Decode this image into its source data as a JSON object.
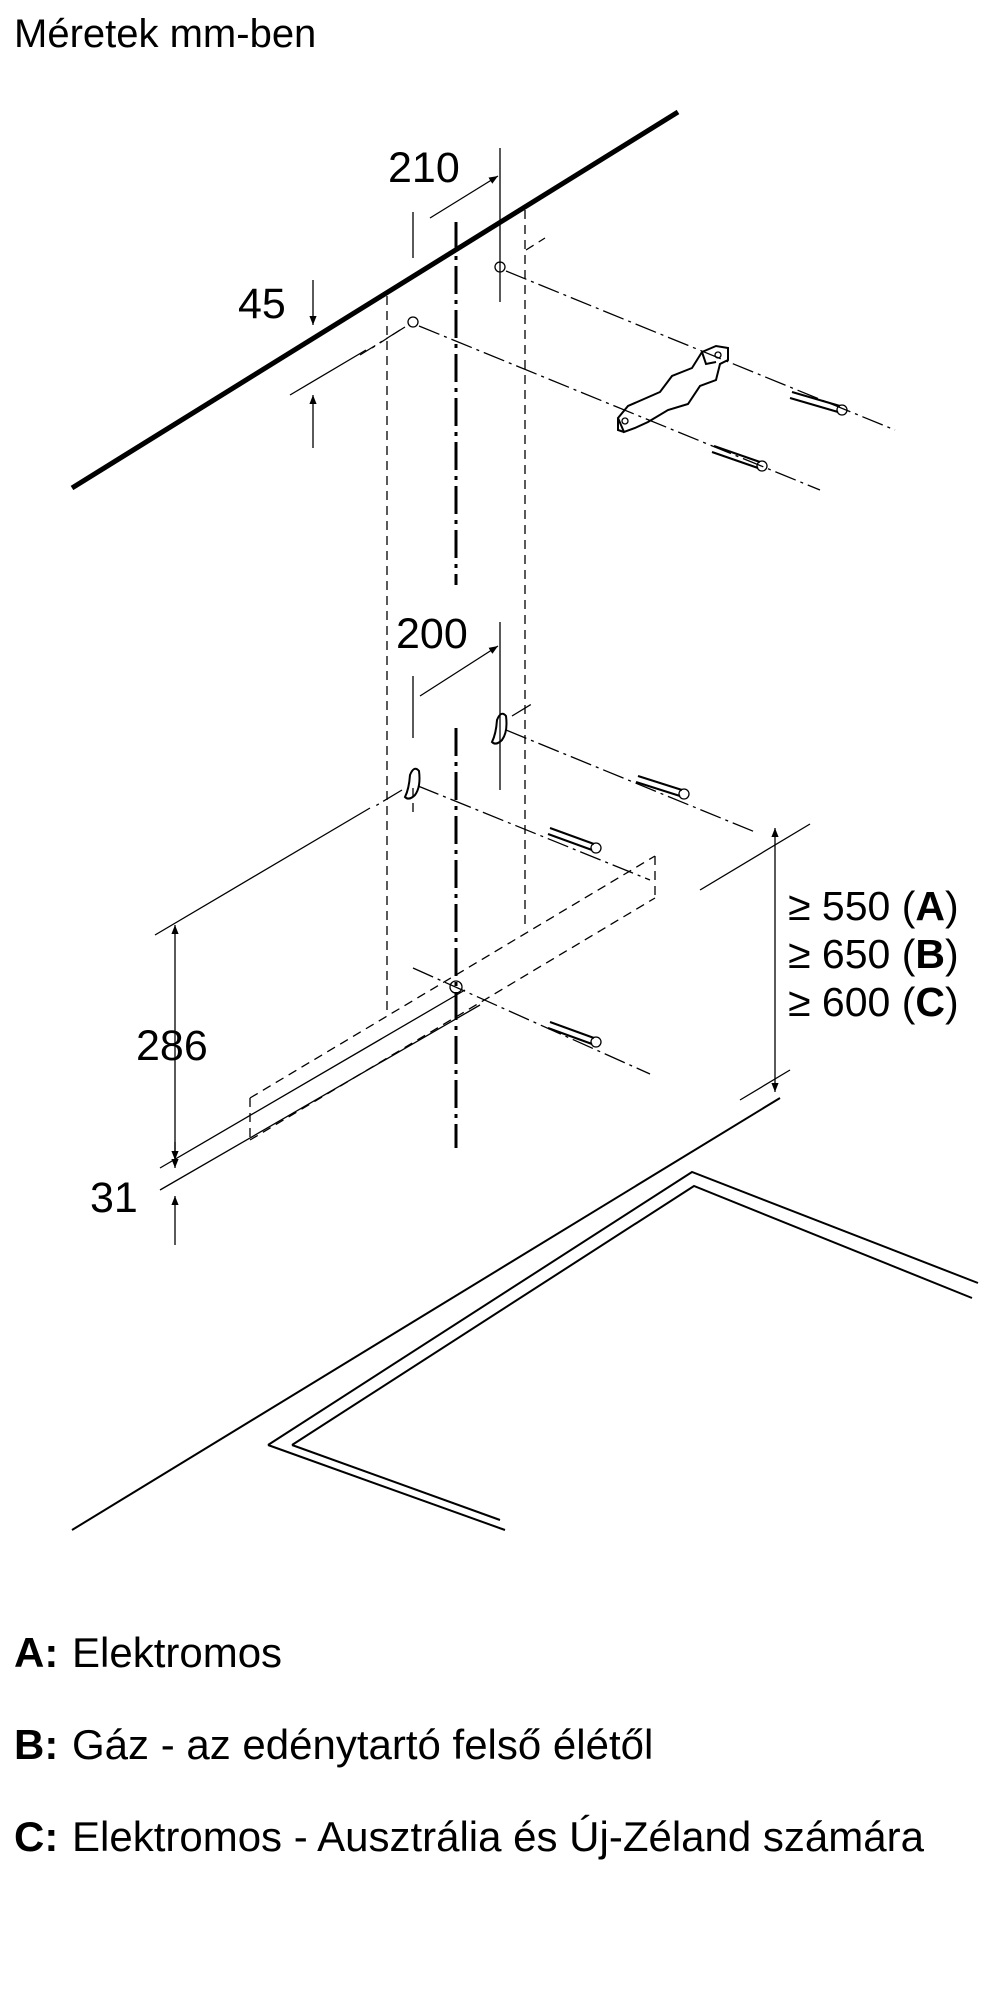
{
  "title": "Méretek mm-ben",
  "dimensions": {
    "top_hole_spacing": "210",
    "top_offset": "45",
    "bracket_hole_spacing": "200",
    "chimney_height": "286",
    "bottom_offset": "31"
  },
  "requirements": [
    {
      "prefix": "≥ 550 (",
      "key": "A",
      "suffix": ")"
    },
    {
      "prefix": "≥ 650 (",
      "key": "B",
      "suffix": ")"
    },
    {
      "prefix": "≥ 600 (",
      "key": "C",
      "suffix": ")"
    }
  ],
  "legend": [
    {
      "key": "A:",
      "text": "Elektromos"
    },
    {
      "key": "B:",
      "text": "Gáz - az edénytartó felső élétől"
    },
    {
      "key": "C:",
      "text": "Elektromos - Ausztrália és Új-Zéland számára"
    }
  ]
}
